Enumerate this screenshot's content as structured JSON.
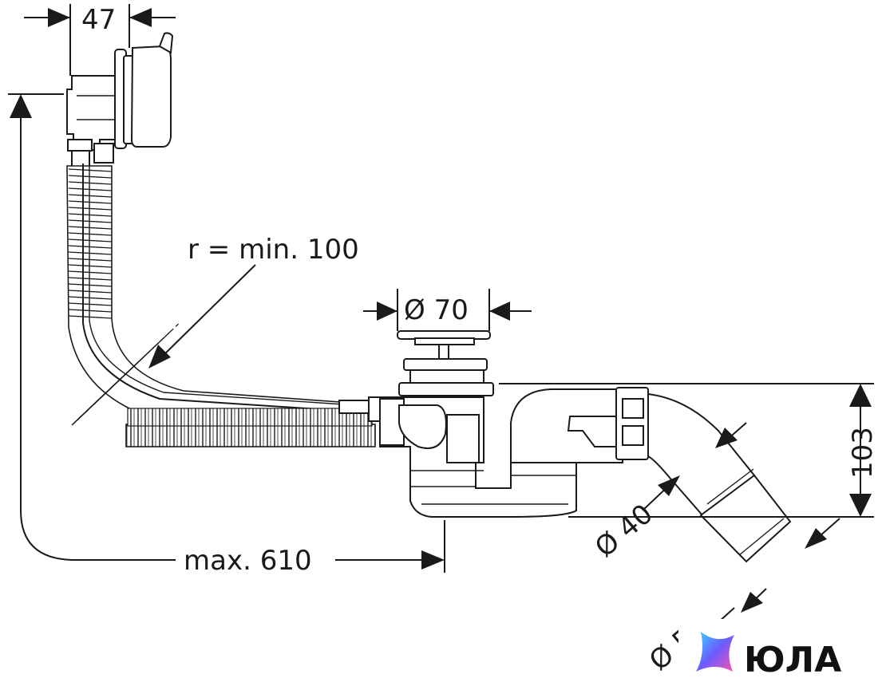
{
  "dimensions": {
    "overflow_width": "47",
    "bend_radius": "r = min. 100",
    "drain_diameter": "Ø 70",
    "trap_height": "103",
    "outlet_diameter": "Ø 40",
    "pipe_diameter_partial": "Ø 5",
    "max_length": "max. 610"
  },
  "watermark": {
    "brand": "ЮЛА",
    "colors": [
      "#38d9ff",
      "#6a5cff",
      "#ff4fb0"
    ]
  }
}
